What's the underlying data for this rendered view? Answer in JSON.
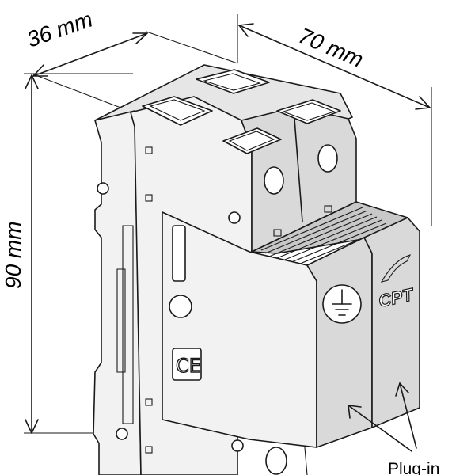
{
  "dimensions": {
    "width_label": "36 mm",
    "depth_label": "70 mm",
    "height_label": "90 mm"
  },
  "labels": {
    "callout": "Plug-in"
  },
  "markings": {
    "brand_logo": "CPT",
    "conformity_mark": "CE",
    "earth_symbol": "earth-ground-icon"
  }
}
